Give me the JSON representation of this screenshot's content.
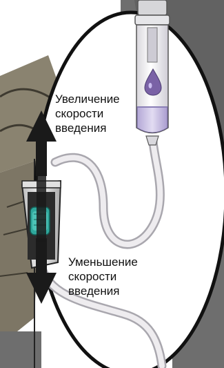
{
  "labels": {
    "increase_rate": [
      "Увеличение",
      "скорости",
      "введения"
    ],
    "decrease_rate": [
      "Уменьшение",
      "скорости",
      "введения"
    ]
  },
  "colors": {
    "background_panel": "#6f6f6f",
    "left_panel": "#7a7462",
    "tube": "#e4e2e6",
    "chamber_fluid": "#c9bfe0",
    "droplet": "#7a62a6",
    "roller": "#2fa89c",
    "arrow": "#1a1a1a"
  },
  "icons": [
    "up-down-arrow-icon",
    "droplet-icon",
    "roller-clamp-icon"
  ]
}
